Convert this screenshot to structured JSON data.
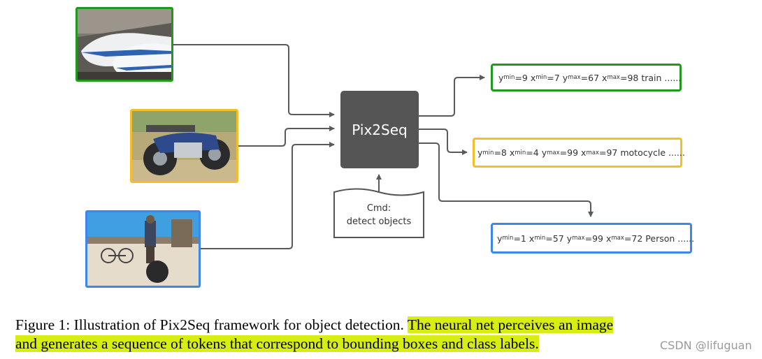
{
  "colors": {
    "green": "#1f9a1f",
    "yellow": "#f4be2a",
    "blue": "#3d86ea",
    "model": "#555555",
    "arrow": "#5a5a5a",
    "highlight": "#d8ee12"
  },
  "model": {
    "label": "Pix2Seq"
  },
  "command": {
    "line1": "Cmd:",
    "line2": "detect objects"
  },
  "photos": [
    {
      "subject": "train",
      "border": "green"
    },
    {
      "subject": "motorcycles",
      "border": "yellow"
    },
    {
      "subject": "person with bicycles",
      "border": "blue"
    }
  ],
  "outputs": [
    {
      "ymin": "9",
      "xmin": "7",
      "ymax": "67",
      "xmax": "98",
      "label": "train ......"
    },
    {
      "ymin": "8",
      "xmin": "4",
      "ymax": "99",
      "xmax": "97",
      "label": "motocycle ......"
    },
    {
      "ymin": "1",
      "xmin": "57",
      "ymax": "99",
      "xmax": "72",
      "label": "Person ......"
    }
  ],
  "token_names": {
    "y": "y",
    "x": "x",
    "min": "min",
    "max": "max"
  },
  "caption": {
    "plain": "Figure 1: Illustration of Pix2Seq framework for object detection. ",
    "hl_line1": "The neural net perceives an image",
    "hl_line2": "and generates a sequence of tokens that correspond to bounding boxes and class labels."
  },
  "watermark": "CSDN @lifuguan"
}
